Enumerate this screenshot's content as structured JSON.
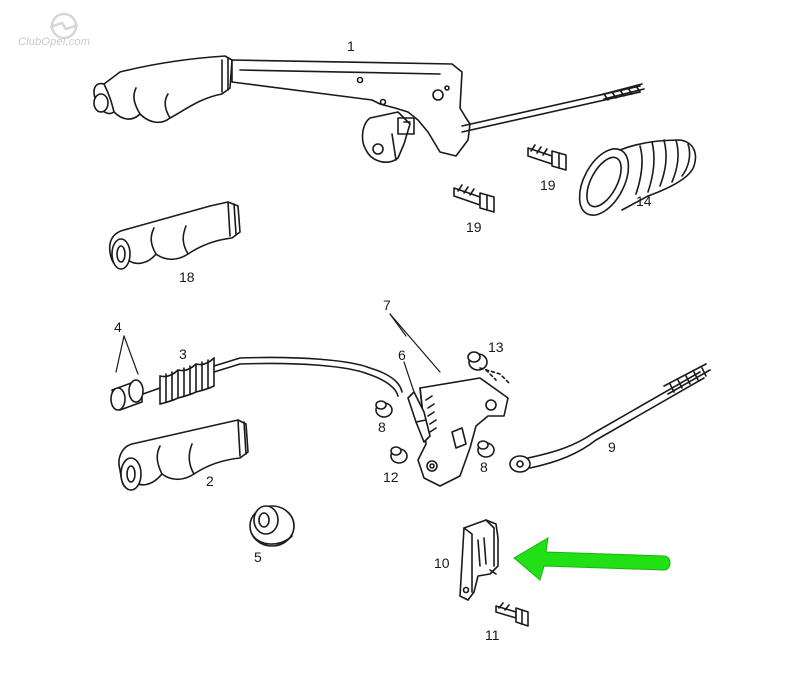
{
  "watermark": {
    "text": "ClubOpel.com"
  },
  "callouts": {
    "c1": "1",
    "c2": "2",
    "c3": "3",
    "c4": "4",
    "c5": "5",
    "c6": "6",
    "c7": "7",
    "c8a": "8",
    "c8b": "8",
    "c9": "9",
    "c10": "10",
    "c11": "11",
    "c12": "12",
    "c13": "13",
    "c14": "14",
    "c18": "18",
    "c19a": "19",
    "c19b": "19"
  },
  "colors": {
    "line": "#1a1a1a",
    "arrow": "#22e016",
    "shade": "#d9d9d9"
  }
}
